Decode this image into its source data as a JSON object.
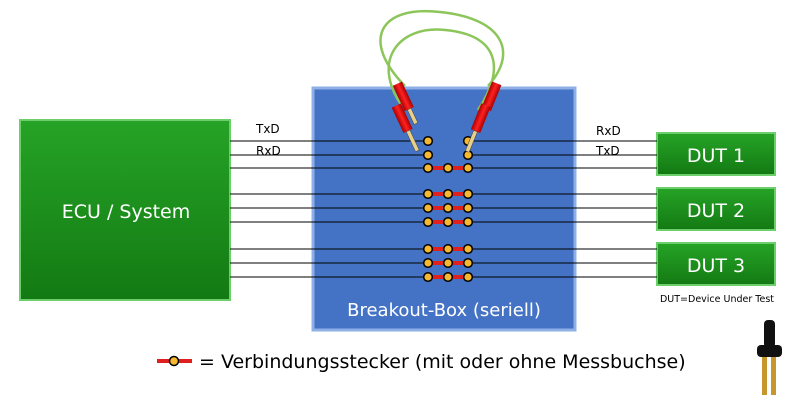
{
  "ecu": {
    "label": "ECU / System"
  },
  "breakout_box": {
    "label": "Breakout-Box (seriell)"
  },
  "signals_left": [
    "TxD",
    "RxD"
  ],
  "signals_right": [
    "RxD",
    "TxD"
  ],
  "duts": [
    "DUT 1",
    "DUT 2",
    "DUT 3"
  ],
  "dut_note": "DUT=Device Under Test",
  "legend": {
    "text": "= Verbindungsstecker (mit oder ohne Messbuchse)"
  },
  "colors": {
    "green": "#1e8c1e",
    "blue": "#4472c4",
    "red": "#e0201e",
    "pin": "#f5b82e"
  }
}
